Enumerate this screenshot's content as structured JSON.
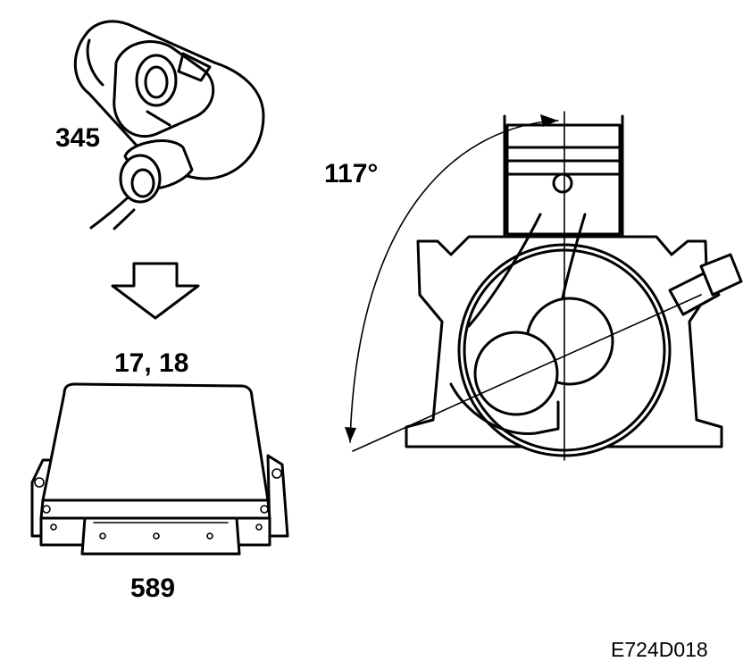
{
  "labels": {
    "sensor_number": "345",
    "ecu_numbers": "17, 18",
    "ecu_connector_number": "589",
    "angle": "117°",
    "figure_code": "E724D018"
  },
  "colors": {
    "ink": "#000000",
    "background": "#ffffff"
  }
}
